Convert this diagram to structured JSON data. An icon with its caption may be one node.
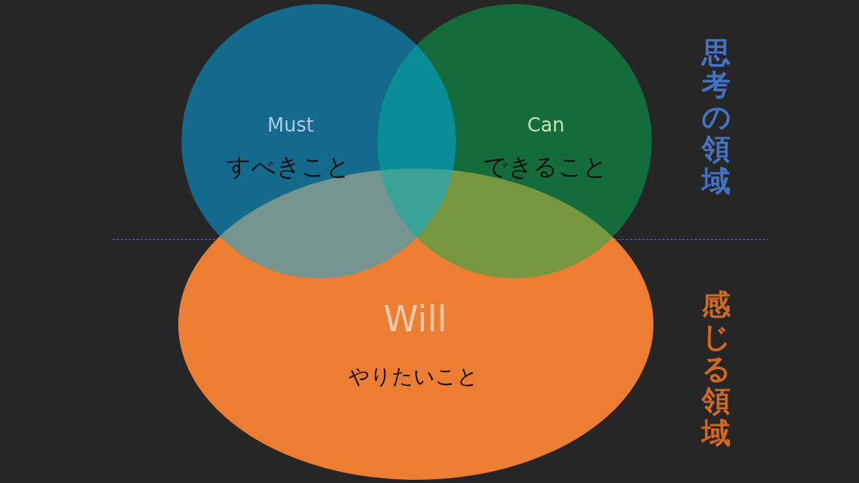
{
  "diagram": {
    "nodes": [
      {
        "text": [
          "Must",
          "すべきこと"
        ]
      },
      {
        "text": [
          "Can",
          "できること"
        ]
      },
      {
        "text": [
          "Will",
          "やりたいこと"
        ]
      }
    ],
    "labels": [
      "思考の領域",
      "感じる領域"
    ]
  }
}
